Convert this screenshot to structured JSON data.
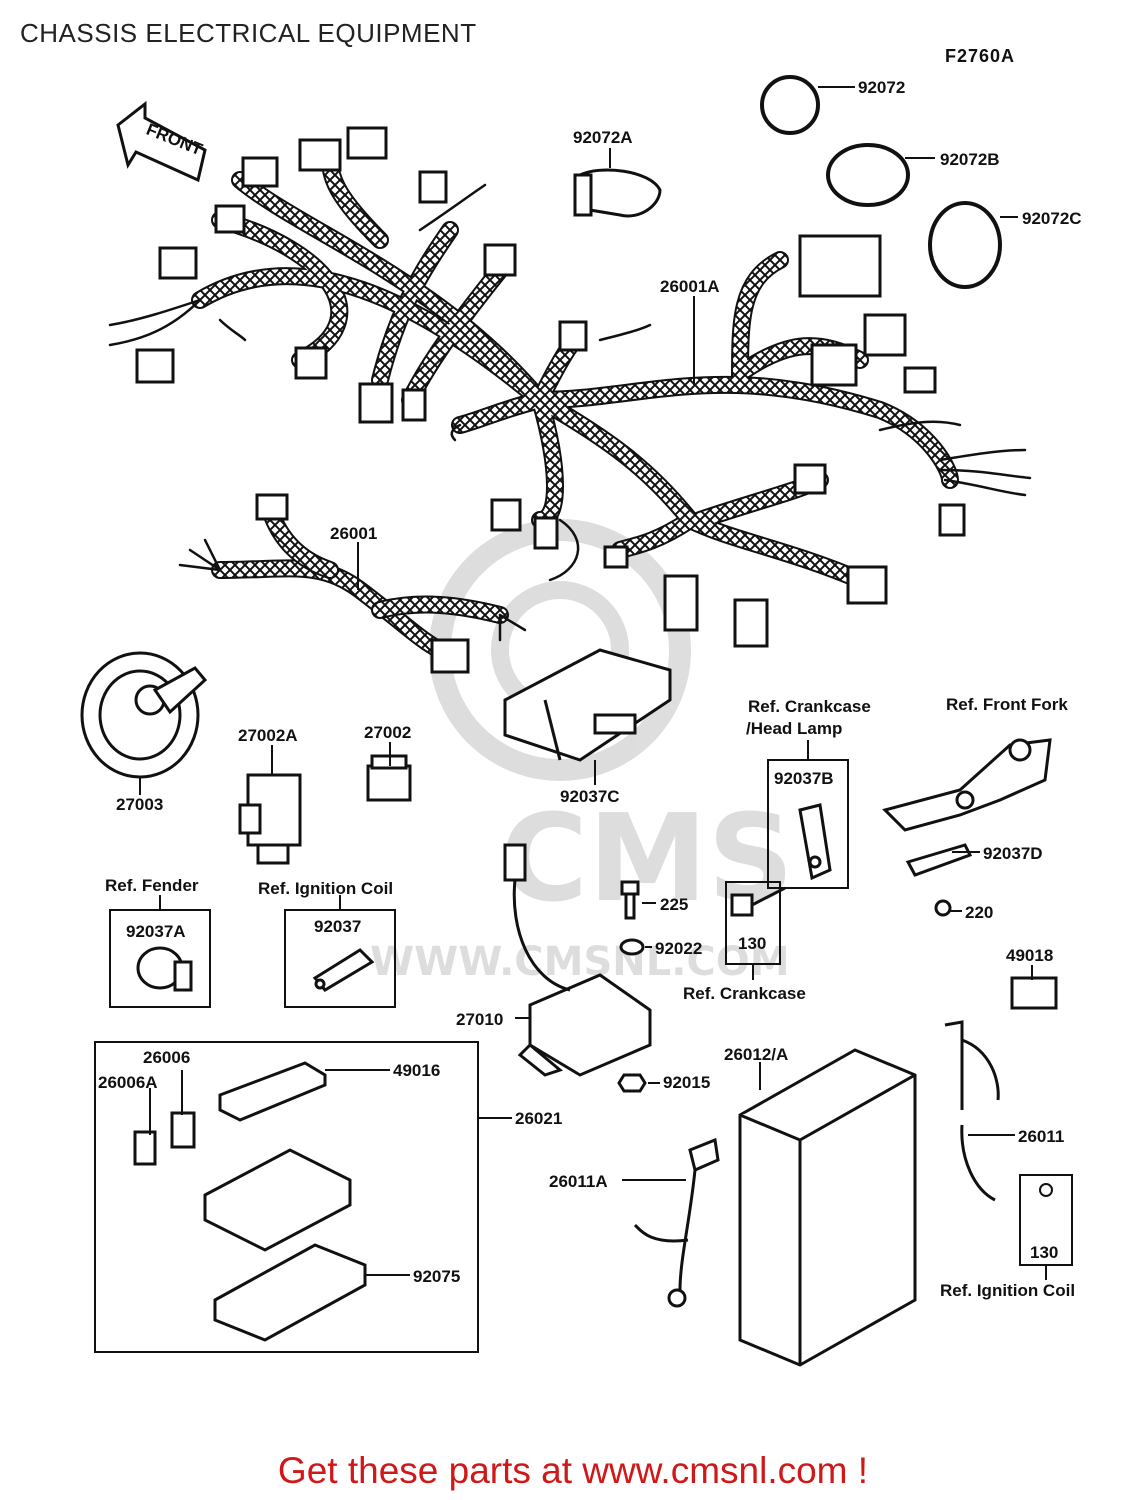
{
  "header": {
    "title": "CHASSIS ELECTRICAL EQUIPMENT",
    "figure_code": "F2760A"
  },
  "arrow_label": "FRONT",
  "parts": {
    "p92072": "92072",
    "p92072A": "92072A",
    "p92072B": "92072B",
    "p92072C": "92072C",
    "p26001A": "26001A",
    "p26001": "26001",
    "p27003": "27003",
    "p27002A": "27002A",
    "p27002": "27002",
    "p92037C": "92037C",
    "p92037B": "92037B",
    "p92037D": "92037D",
    "p220": "220",
    "p225": "225",
    "p92022": "92022",
    "p130a": "130",
    "p49018": "49018",
    "p92037A": "92037A",
    "p92037": "92037",
    "p27010": "27010",
    "p26006": "26006",
    "p26006A": "26006A",
    "p49016": "49016",
    "p26021": "26021",
    "p92015": "92015",
    "p26012A": "26012/A",
    "p26011": "26011",
    "p26011A": "26011A",
    "p92075": "92075",
    "p130b": "130"
  },
  "refs": {
    "crankcase_headlamp_1": "Ref. Crankcase",
    "crankcase_headlamp_2": "/Head Lamp",
    "front_fork": "Ref. Front Fork",
    "fender": "Ref. Fender",
    "ignition_coil_1": "Ref. Ignition Coil",
    "crankcase": "Ref. Crankcase",
    "ignition_coil_2": "Ref. Ignition Coil"
  },
  "watermark": {
    "logo": "CMS",
    "url": "WWW.CMSNL.COM"
  },
  "footer": {
    "text": "Get these parts at www.cmsnl.com !",
    "color": "#d01818"
  }
}
